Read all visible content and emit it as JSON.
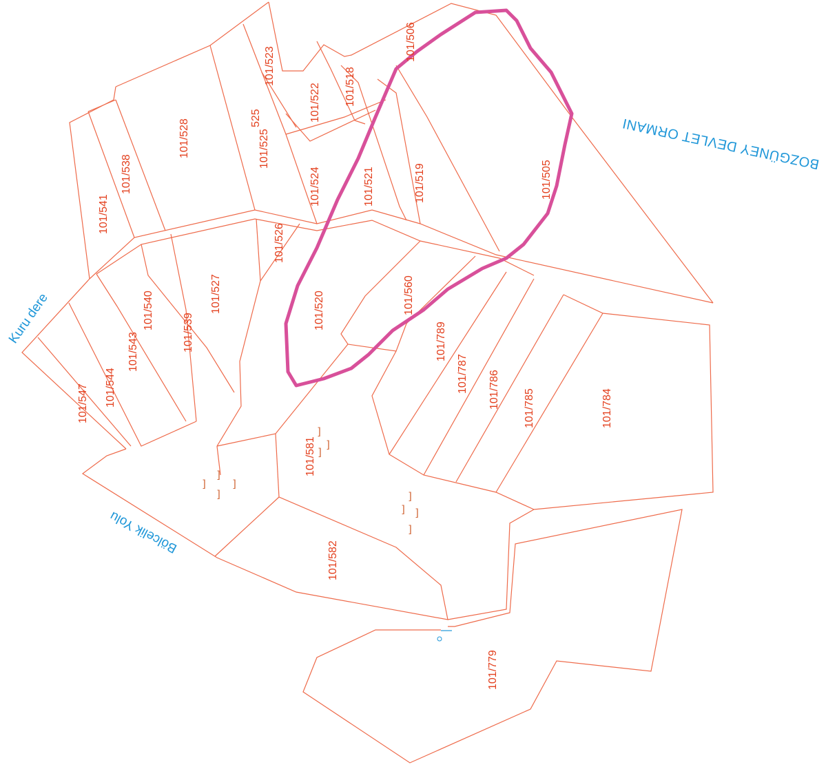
{
  "map": {
    "colors": {
      "parcel_line": "#ee6a4a",
      "parcel_label": "#e3401e",
      "place_label": "#1e96d8",
      "highlight": "#d8509a"
    },
    "place_names": {
      "forest": "BOZGÜNEY DEVLET ORMANI",
      "stream": "Kuru dere",
      "road": "Bölcelik Yolu"
    },
    "parcels": [
      "101/523",
      "101/506",
      "101/522",
      "101/518",
      "101/528",
      "525",
      "101/525",
      "101/538",
      "101/541",
      "101/524",
      "101/521",
      "101/519",
      "101/505",
      "101/526",
      "101/527",
      "101/540",
      "101/539",
      "101/520",
      "101/560",
      "101/543",
      "101/544",
      "101/547",
      "101/789",
      "101/787",
      "101/786",
      "101/785",
      "101/784",
      "101/581",
      "101/582",
      "101/779"
    ],
    "symbols": [
      "]",
      "]",
      "]",
      "]",
      "]",
      "]",
      "]",
      "]",
      "]",
      "]",
      "]"
    ]
  }
}
